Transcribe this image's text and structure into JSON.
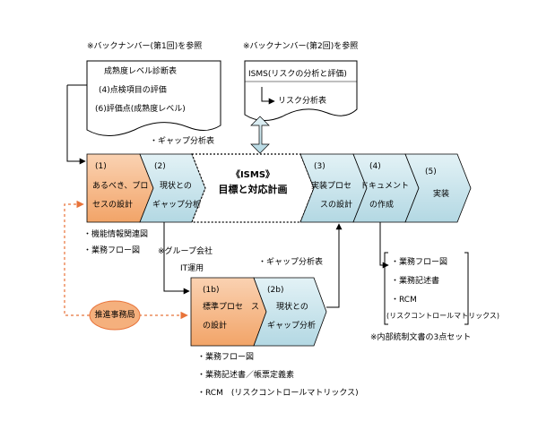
{
  "ref1": {
    "caption": "※バックナンバー(第1回)を参照",
    "lines": [
      "成熟度レベル診断表",
      "(4)点検項目の評価",
      "(6)評価点(成熟度レベル)"
    ]
  },
  "ref2": {
    "caption": "※バックナンバー(第2回)を参照",
    "title": "ISMS(リスクの分析と評価)",
    "item": "リスク分析表"
  },
  "gap_label_top": "・ギャップ分析表",
  "steps": {
    "s1": {
      "num": "(1)",
      "line1": "あるべき、プロ",
      "line2": "セスの設計"
    },
    "s2": {
      "num": "(2)",
      "line1": "現状との",
      "line2": "ギャップ分析"
    },
    "center": {
      "line1": "《ISMS》",
      "line2": "目標と対応計画"
    },
    "s3": {
      "num": "(3)",
      "line1": "実装プロセ",
      "line2": "スの設計"
    },
    "s4": {
      "num": "(4)",
      "line1": "ドキュメント",
      "line2": "の作成"
    },
    "s5": {
      "num": "(5)",
      "line1": "実装"
    },
    "s1b": {
      "num": "(1b)",
      "line1": "標準プロセ　ス",
      "line2": "の設計"
    },
    "s2b": {
      "num": "(2b)",
      "line1": "現状との",
      "line2": "ギャップ分析"
    }
  },
  "left_notes": [
    "・機能情報関連図",
    "・業務フロー図"
  ],
  "group_note": {
    "line1": "※グループ会社",
    "line2": "IT運用"
  },
  "gap_label_mid": "・ギャップ分析表",
  "promo_office": "推進事務局",
  "right_docs": {
    "items": [
      "・業務フロー図",
      "・業務記述書",
      "・RCM",
      "(リスクコントロールマトリックス)"
    ],
    "caption": "※内部統制文書の3点セット"
  },
  "bottom_notes": [
    "・業務フロー図",
    "・業務記述書／帳票定義素",
    "・RCM　(リスクコントロールマトリックス)"
  ],
  "colors": {
    "orange": "#F5B07D",
    "blue": "#C8E4EC",
    "ellipse": "#F5B07D",
    "dashed": "#E8733A"
  }
}
